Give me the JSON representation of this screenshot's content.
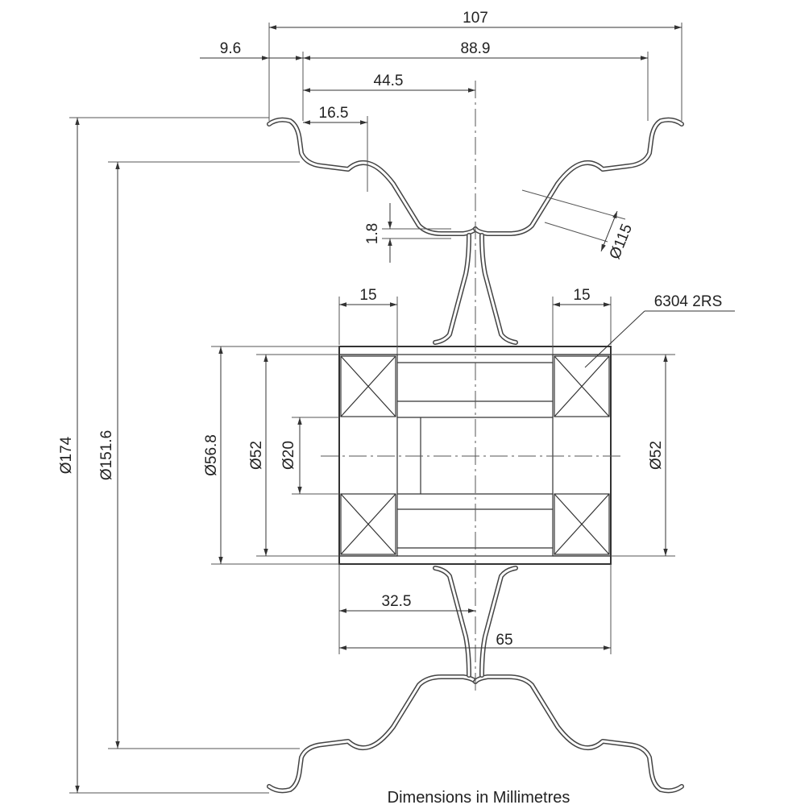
{
  "dimensions": {
    "overall_width": "107",
    "offset": "9.6",
    "rim_width": "88.9",
    "half_width": "44.5",
    "flange_offset": "16.5",
    "web_thickness": "1.8",
    "dia_115": "Ø115",
    "bearing_width_left": "15",
    "bearing_width_right": "15",
    "bearing_spec": "6304 2RS",
    "dia_174": "Ø174",
    "dia_151_6": "Ø151.6",
    "dia_56_8": "Ø56.8",
    "dia_52_left": "Ø52",
    "dia_20": "Ø20",
    "dia_52_right": "Ø52",
    "hub_half": "32.5",
    "hub_width": "65"
  },
  "caption": "Dimensions in Millimetres"
}
